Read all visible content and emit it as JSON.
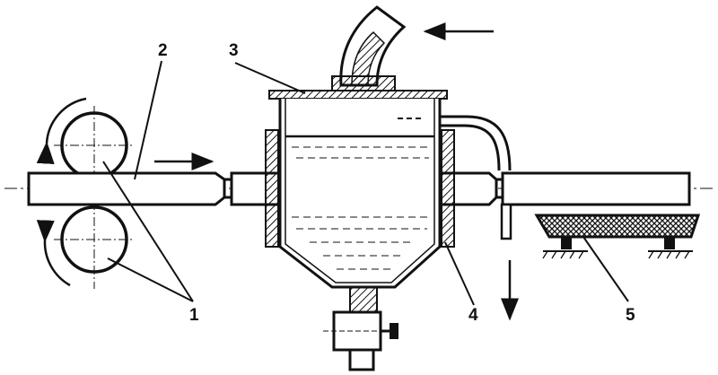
{
  "labels": {
    "rollers": "1",
    "workpiece": "2",
    "cover": "3",
    "tank": "4",
    "collector_tray": "5"
  }
}
